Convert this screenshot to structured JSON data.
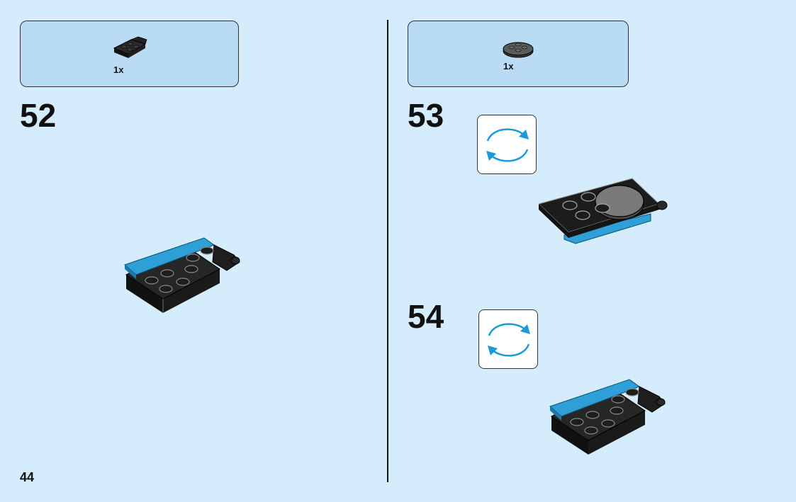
{
  "page": {
    "number": "44"
  },
  "colors": {
    "background": "#d4ecfb",
    "parts_box": "#b9dbf4",
    "brick_black": "#1b1b1b",
    "brick_blue": "#2f9fd8",
    "brick_gray": "#6f6f6f",
    "arrow_blue": "#1c9ad6"
  },
  "steps": [
    {
      "number": "52",
      "parts": [
        {
          "qty": "1x",
          "icon": "black-inverted-slope-plate-icon"
        }
      ]
    },
    {
      "number": "53",
      "parts": [
        {
          "qty": "1x",
          "icon": "dark-gray-round-plate-icon"
        }
      ],
      "rotate_icon": "rotate-model-icon"
    },
    {
      "number": "54",
      "rotate_icon": "rotate-model-icon"
    }
  ]
}
